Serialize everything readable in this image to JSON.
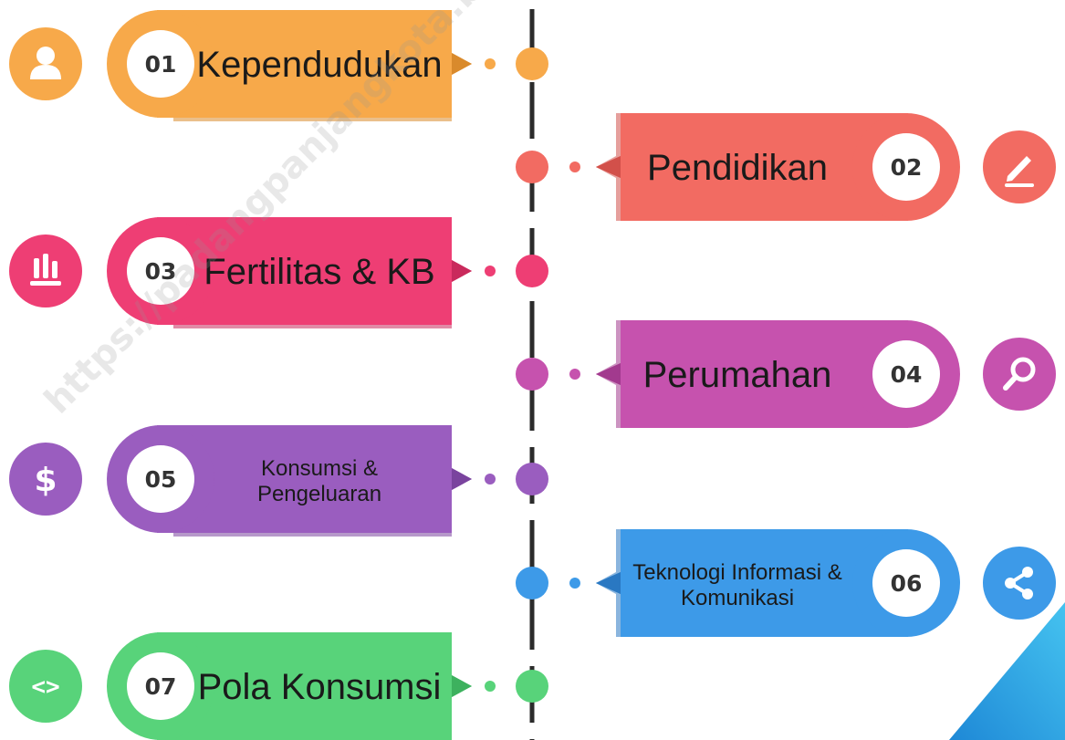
{
  "watermark": "https://padangpanjangkota.bps.go.id",
  "items": [
    {
      "num": "01",
      "label": [
        "Kependudukan"
      ],
      "color": "#F7A94A",
      "dark": "#D98A2C",
      "icon": "user-icon",
      "side": "left"
    },
    {
      "num": "02",
      "label": [
        "Pendidikan"
      ],
      "color": "#F26B62",
      "dark": "#D2504A",
      "icon": "pencil-icon",
      "side": "right"
    },
    {
      "num": "03",
      "label": [
        "Fertilitas & KB"
      ],
      "color": "#EE3E74",
      "dark": "#C92A5C",
      "icon": "fertility-icon",
      "side": "left"
    },
    {
      "num": "04",
      "label": [
        "Perumahan"
      ],
      "color": "#C652AE",
      "dark": "#A23A8E",
      "icon": "search-icon",
      "side": "right"
    },
    {
      "num": "05",
      "label": [
        "Konsumsi &",
        "Pengeluaran"
      ],
      "color": "#9A5DBF",
      "dark": "#7A449E",
      "icon": "dollar-icon",
      "side": "left"
    },
    {
      "num": "06",
      "label": [
        "Teknologi Informasi &",
        "Komunikasi"
      ],
      "color": "#3D9AE8",
      "dark": "#2A78C2",
      "icon": "share-icon",
      "side": "right"
    },
    {
      "num": "07",
      "label": [
        "Pola Konsumsi"
      ],
      "color": "#58D37A",
      "dark": "#3DB15E",
      "icon": "code-icon",
      "side": "left"
    }
  ],
  "corner_color": "#2FA8E0"
}
